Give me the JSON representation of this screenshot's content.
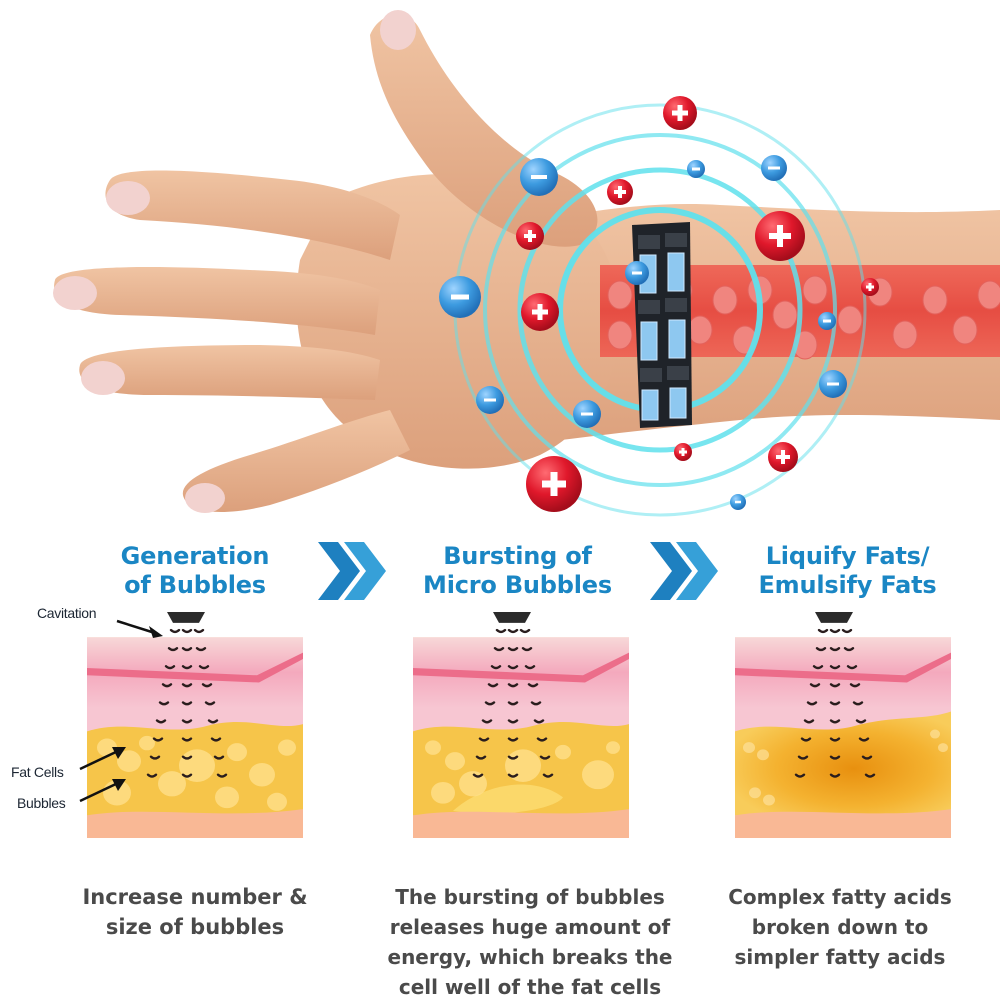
{
  "hero": {
    "subject": "hand wearing magnetic therapy bracelet",
    "ion_positive_symbol": "+",
    "ion_negative_symbol": "−",
    "colors": {
      "positive_ion": "#e0182b",
      "negative_ion": "#3d9be0",
      "wave_rings": "#5fe0ec",
      "blood_vessel": "#e8433d",
      "skin": "#e9b592"
    }
  },
  "steps": [
    {
      "title_line1": "Generation",
      "title_line2": "of Bubbles",
      "caption_lines": [
        "Increase number &",
        "size of bubbles"
      ],
      "labels": {
        "cavitation": "Cavitation",
        "fat_cells": "Fat Cells",
        "bubbles": "Bubbles"
      }
    },
    {
      "title_line1": "Bursting of",
      "title_line2": "Micro Bubbles",
      "caption_lines": [
        "The bursting of bubbles",
        "releases huge amount of",
        "energy, which breaks the",
        "cell well of the fat cells"
      ]
    },
    {
      "title_line1": "Liquify Fats/",
      "title_line2": "Emulsify Fats",
      "caption_lines": [
        "Complex fatty acids",
        "broken down to",
        "simpler fatty acids"
      ]
    }
  ],
  "theme": {
    "title_color": "#1a86c4",
    "caption_color": "#4a4a4a",
    "chevron_color": "#1e88c8"
  }
}
